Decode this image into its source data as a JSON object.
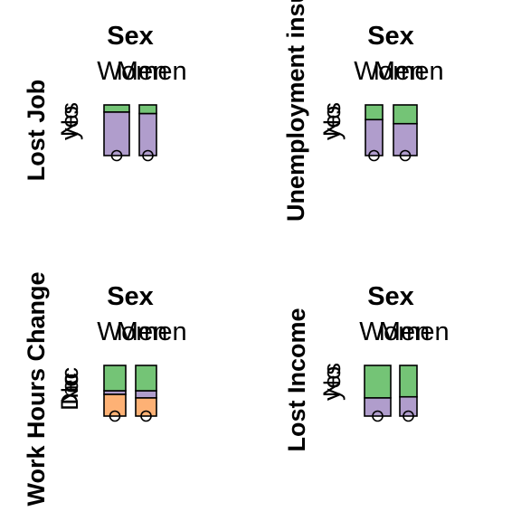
{
  "colors": {
    "green": "#74c476",
    "purple": "#b09dcc",
    "orange": "#fdb175",
    "stroke": "#000000",
    "background": "#ffffff"
  },
  "chart_data": [
    {
      "type": "bar",
      "stacked": true,
      "column_header": "Sex",
      "row_label": "Lost Job",
      "categories": [
        "Men",
        "Women"
      ],
      "level_labels": [
        "No",
        "yes"
      ],
      "series": [
        {
          "name": "No",
          "color": "purple",
          "values": [
            0.86,
            0.83
          ]
        },
        {
          "name": "yes",
          "color": "green",
          "values": [
            0.14,
            0.17
          ]
        }
      ]
    },
    {
      "type": "bar",
      "stacked": true,
      "column_header": "Sex",
      "row_label": "Unemployment insurance",
      "categories": [
        "Men",
        "Women"
      ],
      "level_labels": [
        "No",
        "yes"
      ],
      "series": [
        {
          "name": "No",
          "color": "purple",
          "values": [
            0.71,
            0.63
          ]
        },
        {
          "name": "yes",
          "color": "green",
          "values": [
            0.29,
            0.37
          ]
        }
      ]
    },
    {
      "type": "bar",
      "stacked": true,
      "column_header": "Sex",
      "row_label": "Work Hours Change",
      "categories": [
        "Men",
        "Women"
      ],
      "level_labels": [
        "Dec",
        "No",
        "Inc"
      ],
      "series": [
        {
          "name": "Dec",
          "color": "orange",
          "values": [
            0.43,
            0.36
          ]
        },
        {
          "name": "No",
          "color": "purple",
          "values": [
            0.07,
            0.14
          ]
        },
        {
          "name": "Inc",
          "color": "green",
          "values": [
            0.5,
            0.5
          ]
        }
      ]
    },
    {
      "type": "bar",
      "stacked": true,
      "column_header": "Sex",
      "row_label": "Lost Income",
      "categories": [
        "Men",
        "Women"
      ],
      "level_labels": [
        "No",
        "yes"
      ],
      "series": [
        {
          "name": "No",
          "color": "purple",
          "values": [
            0.36,
            0.38
          ]
        },
        {
          "name": "yes",
          "color": "green",
          "values": [
            0.64,
            0.62
          ]
        }
      ]
    }
  ]
}
